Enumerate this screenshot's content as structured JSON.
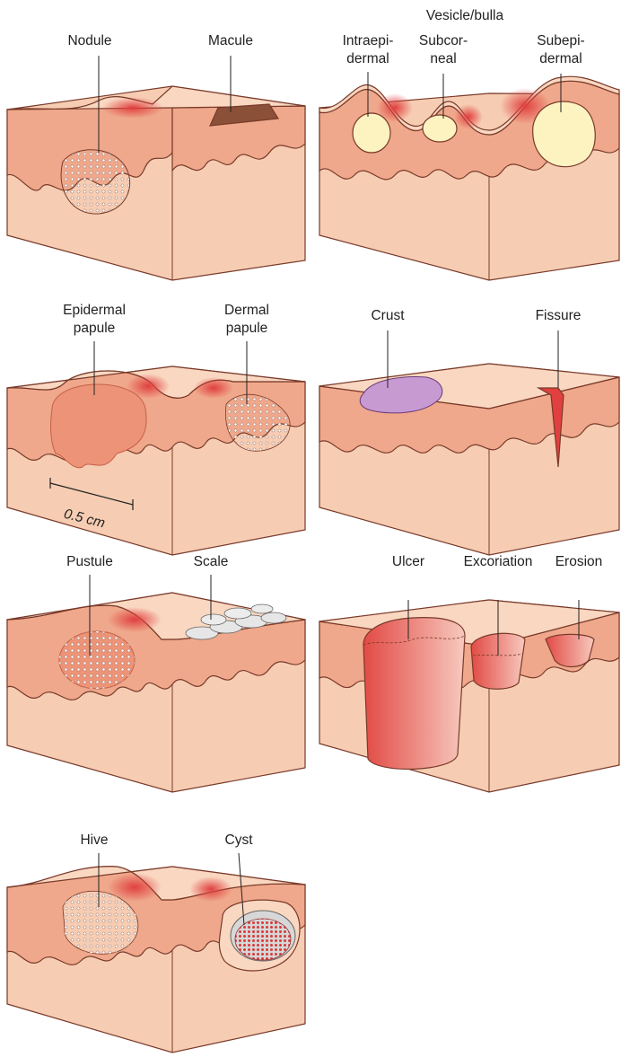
{
  "colors": {
    "skin_top": "#f9d7c1",
    "dermis": "#f6cdb3",
    "epidermis": "#efa88b",
    "highlight": "#e0403f",
    "outline": "#7a3a2a",
    "brown": "#8a5038",
    "yellow": "#fdf3c0",
    "purple": "#c79ad1",
    "red": "#e5554f",
    "grey": "#d7d7d7"
  },
  "panels": [
    {
      "id": "p1",
      "labels": {
        "nodule": "Nodule",
        "macule": "Macule"
      }
    },
    {
      "id": "p2",
      "labels": {
        "title": "Vesicle/bulla",
        "intra1": "Intraepi-",
        "intra2": "dermal",
        "subcor1": "Subcor-",
        "subcor2": "neal",
        "subepi1": "Subepi-",
        "subepi2": "dermal"
      }
    },
    {
      "id": "p3",
      "labels": {
        "epi1": "Epidermal",
        "epi2": "papule",
        "der1": "Dermal",
        "der2": "papule",
        "scale": "0.5 cm"
      }
    },
    {
      "id": "p4",
      "labels": {
        "crust": "Crust",
        "fissure": "Fissure"
      }
    },
    {
      "id": "p5",
      "labels": {
        "pustule": "Pustule",
        "scale": "Scale"
      }
    },
    {
      "id": "p6",
      "labels": {
        "ulcer": "Ulcer",
        "excoriation": "Excoriation",
        "erosion": "Erosion"
      }
    },
    {
      "id": "p7",
      "labels": {
        "hive": "Hive",
        "cyst": "Cyst"
      }
    }
  ]
}
